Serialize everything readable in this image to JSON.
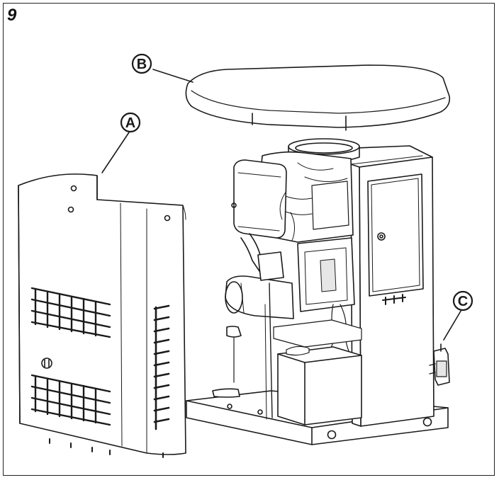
{
  "figure": {
    "number": "9"
  },
  "callouts": [
    {
      "id": "A",
      "label": "A"
    },
    {
      "id": "B",
      "label": "B"
    },
    {
      "id": "C",
      "label": "C"
    }
  ],
  "colors": {
    "line": "#1a1a1a",
    "fill": "#ffffff",
    "shade": "#e6e6e6",
    "dark": "#555555"
  }
}
